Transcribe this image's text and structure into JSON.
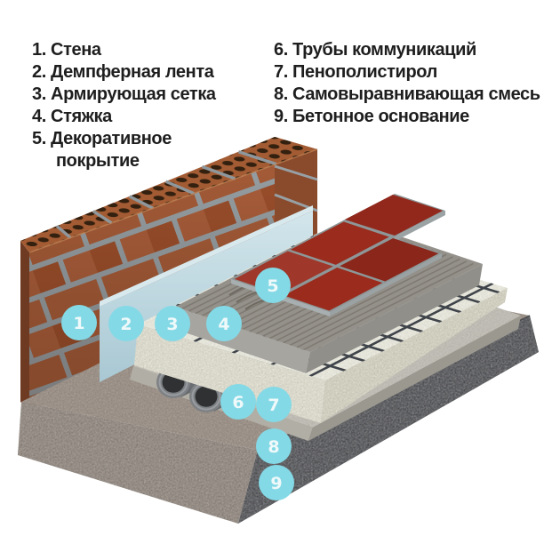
{
  "legend": {
    "column1": [
      {
        "text": "1. Стена"
      },
      {
        "text": "2. Демпферная лента"
      },
      {
        "text": "3. Армирующая сетка"
      },
      {
        "text": "4. Стяжка"
      },
      {
        "text": "5. Декоративное покрытие"
      }
    ],
    "column2": [
      {
        "text": "6. Трубы коммуникаций"
      },
      {
        "text": "7. Пенополистирол"
      },
      {
        "text": "8. Самовыравнивающая смесь"
      },
      {
        "text": "9. Бетонное основание"
      }
    ]
  },
  "badges": [
    {
      "n": "1"
    },
    {
      "n": "2"
    },
    {
      "n": "3"
    },
    {
      "n": "4"
    },
    {
      "n": "5"
    },
    {
      "n": "6"
    },
    {
      "n": "7"
    },
    {
      "n": "8"
    },
    {
      "n": "9"
    }
  ],
  "colors": {
    "badge_bg": "#84D9E6",
    "badge_text": "#EFF9FA",
    "tile_red": "#9A2B1D",
    "tile_grout": "#8E9697",
    "brick": "#A65C38",
    "brick_mortar": "#97A0A4",
    "brick_top": "#A25B33",
    "brick_hole": "#33200F",
    "damper_tape": "#BCD9E1",
    "screed": "#A7A5A0",
    "adhesive": "#94908A",
    "foam": "#F0EFE4",
    "self_leveling": "#C6C3BB",
    "concrete_top": "#A89D93",
    "concrete_face": "#5A5B5F",
    "mesh": "#3F444A",
    "pipe": "#7E8184",
    "legend_text": "#1E1E1E",
    "background": "#FFFFFF"
  }
}
